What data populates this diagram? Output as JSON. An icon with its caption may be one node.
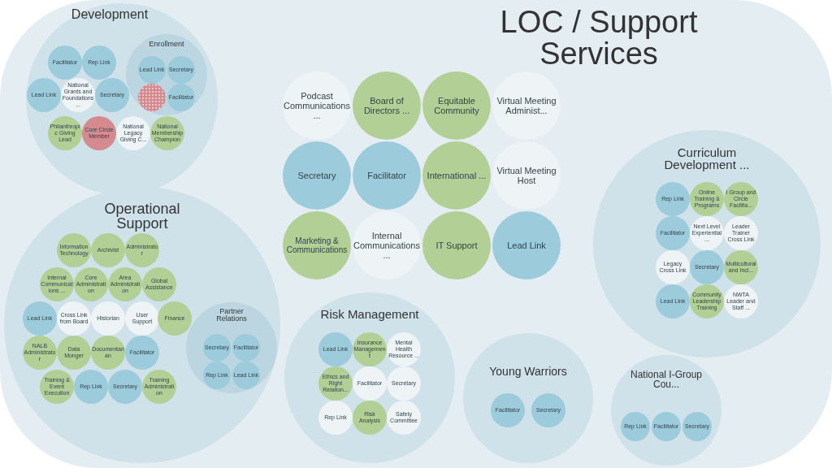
{
  "diagram": {
    "nodes": [
      {
        "text": [
          "LOC / Support Services"
        ]
      },
      {
        "text": [
          "Development"
        ],
        "in": 0
      },
      {
        "text": [
          "Enrollment"
        ],
        "in": 1
      },
      {
        "text": [
          "Lead Link"
        ],
        "in": 2
      },
      {
        "text": [
          "Secretary"
        ],
        "in": 2
      },
      {
        "text": [],
        "shape": "circle",
        "in": 2
      },
      {
        "text": [
          "Facilitator"
        ],
        "in": 2
      },
      {
        "text": [
          "Facilitator"
        ],
        "in": 1
      },
      {
        "text": [
          "Rep Link"
        ],
        "in": 1
      },
      {
        "text": [
          "Lead Link"
        ],
        "in": 1
      },
      {
        "text": [
          "National Grants and Foundations ..."
        ],
        "in": 1
      },
      {
        "text": [
          "Secretary"
        ],
        "in": 1
      },
      {
        "text": [
          "Philanthropic Giving Lead"
        ],
        "in": 1
      },
      {
        "text": [
          "Core Circle Member"
        ],
        "in": 1
      },
      {
        "text": [
          "National Legacy Giving C..."
        ],
        "in": 1
      },
      {
        "text": [
          "National Membership Champion"
        ],
        "in": 1
      },
      {
        "text": [
          "Operational Support"
        ],
        "in": 0
      },
      {
        "text": [
          "Information Technology"
        ],
        "in": 16
      },
      {
        "text": [
          "Archivist"
        ],
        "in": 16
      },
      {
        "text": [
          "Administrator"
        ],
        "in": 16
      },
      {
        "text": [
          "Internal Communications ..."
        ],
        "in": 16
      },
      {
        "text": [
          "Core Administration"
        ],
        "in": 16
      },
      {
        "text": [
          "Area Administration"
        ],
        "in": 16
      },
      {
        "text": [
          "Global Assistance"
        ],
        "in": 16
      },
      {
        "text": [
          "Lead Link"
        ],
        "in": 16
      },
      {
        "text": [
          "Cross Link from Board"
        ],
        "in": 16
      },
      {
        "text": [
          "Historian"
        ],
        "in": 16
      },
      {
        "text": [
          "User Support"
        ],
        "in": 16
      },
      {
        "text": [
          "Finance"
        ],
        "in": 16
      },
      {
        "text": [
          "NALB Administrator"
        ],
        "in": 16
      },
      {
        "text": [
          "Data Monger"
        ],
        "in": 16
      },
      {
        "text": [
          "Documentarian"
        ],
        "in": 16
      },
      {
        "text": [
          "Facilitator"
        ],
        "in": 16
      },
      {
        "text": [
          "Training & Event Execution"
        ],
        "in": 16
      },
      {
        "text": [
          "Rep Link"
        ],
        "in": 16
      },
      {
        "text": [
          "Secretary"
        ],
        "in": 16
      },
      {
        "text": [
          "Training Administration"
        ],
        "in": 16
      },
      {
        "text": [
          "Partner Relations"
        ],
        "in": 16
      },
      {
        "text": [
          "Secretary"
        ],
        "in": 37
      },
      {
        "text": [
          "Facilitator"
        ],
        "in": 37
      },
      {
        "text": [
          "Rep Link"
        ],
        "in": 37
      },
      {
        "text": [
          "Lead Link"
        ],
        "in": 37
      },
      {
        "text": [
          "Podcast Communications ..."
        ],
        "in": 0
      },
      {
        "text": [
          "Board of Directors ..."
        ],
        "in": 0
      },
      {
        "text": [
          "Equitable Community"
        ],
        "in": 0
      },
      {
        "text": [
          "Virtual Meeting Administ..."
        ],
        "in": 0
      },
      {
        "text": [
          "Secretary"
        ],
        "in": 0
      },
      {
        "text": [
          "Facilitator"
        ],
        "in": 0
      },
      {
        "text": [
          "International ..."
        ],
        "in": 0
      },
      {
        "text": [
          "Virtual Meeting Host"
        ],
        "in": 0
      },
      {
        "text": [
          "Marketing & Communications"
        ],
        "in": 0
      },
      {
        "text": [
          "Internal Communications ..."
        ],
        "in": 0
      },
      {
        "text": [
          "IT Support"
        ],
        "in": 0
      },
      {
        "text": [
          "Lead Link"
        ],
        "in": 0
      },
      {
        "text": [
          "Curriculum Development ..."
        ],
        "in": 0
      },
      {
        "text": [
          "Rep Link"
        ],
        "in": 54
      },
      {
        "text": [
          "Online Training & Programs"
        ],
        "in": 54
      },
      {
        "text": [
          "I Group and Circle Facilita..."
        ],
        "in": 54
      },
      {
        "text": [
          "Facilitator"
        ],
        "in": 54
      },
      {
        "text": [
          "Next Level Experiential ..."
        ],
        "in": 54
      },
      {
        "text": [
          "Leader Trainer Cross Link"
        ],
        "in": 54
      },
      {
        "text": [
          "Legacy Cross Link"
        ],
        "in": 54
      },
      {
        "text": [
          "Secretary"
        ],
        "in": 54
      },
      {
        "text": [
          "Multicultural and Incl..."
        ],
        "in": 54
      },
      {
        "text": [
          "Lead Link"
        ],
        "in": 54
      },
      {
        "text": [
          "Community Leadership Training"
        ],
        "in": 54
      },
      {
        "text": [
          "NWTA Leader and Staff ..."
        ],
        "in": 54
      },
      {
        "text": [
          "Risk Management"
        ],
        "in": 0
      },
      {
        "text": [
          "Lead Link"
        ],
        "in": 67
      },
      {
        "text": [
          "Insurance Management"
        ],
        "in": 67
      },
      {
        "text": [
          "Mental Health Resource ..."
        ],
        "in": 67
      },
      {
        "text": [
          "Ethics and Right Relation..."
        ],
        "in": 67
      },
      {
        "text": [
          "Facilitator"
        ],
        "in": 67
      },
      {
        "text": [
          "Secretary"
        ],
        "in": 67
      },
      {
        "text": [
          "Rep Link"
        ],
        "in": 67
      },
      {
        "text": [
          "Risk Analysis"
        ],
        "in": 67
      },
      {
        "text": [
          "Safety Committee"
        ],
        "in": 67
      },
      {
        "text": [
          "Young Warriors"
        ],
        "in": 0
      },
      {
        "text": [
          "National I-Group Cou..."
        ],
        "in": 0
      },
      {
        "text": [
          "Facilitator"
        ],
        "in": 77
      },
      {
        "text": [
          "Secretary"
        ],
        "in": 77
      },
      {
        "text": [
          "Rep Link"
        ],
        "in": 78
      },
      {
        "text": [
          "Facilitator"
        ],
        "in": 78
      },
      {
        "text": [
          "Secretary"
        ],
        "in": 78
      }
    ]
  }
}
